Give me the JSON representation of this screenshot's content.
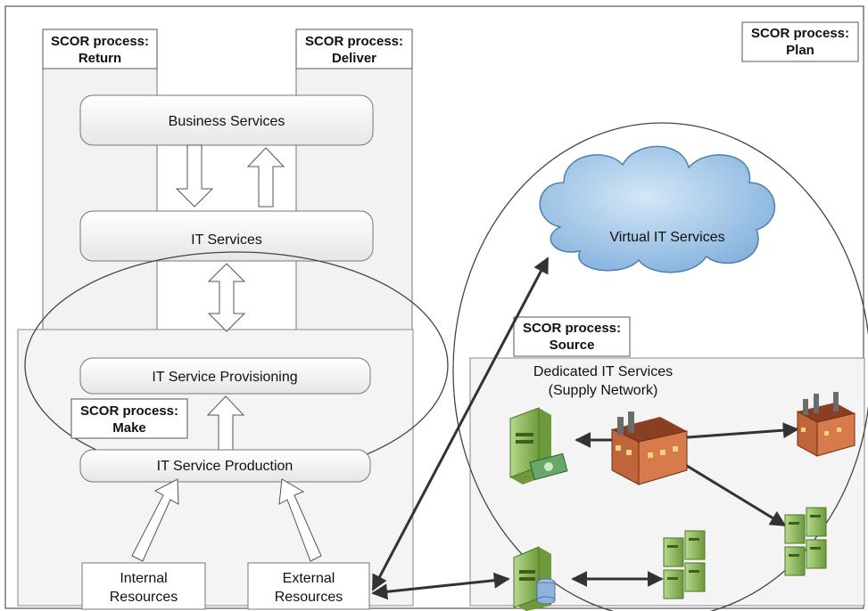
{
  "scor_labels": {
    "return": [
      "SCOR process:",
      "Return"
    ],
    "deliver": [
      "SCOR process:",
      "Deliver"
    ],
    "plan": [
      "SCOR process:",
      "Plan"
    ],
    "source": [
      "SCOR process:",
      "Source"
    ],
    "make": [
      "SCOR process:",
      "Make"
    ]
  },
  "boxes": {
    "business_services": "Business Services",
    "it_services": "IT Services",
    "it_service_provisioning": "IT Service Provisioning",
    "it_service_production": "IT Service Production",
    "internal_resources": [
      "Internal",
      "Resources"
    ],
    "external_resources": [
      "External",
      "Resources"
    ]
  },
  "cloud": {
    "label": "Virtual IT Services"
  },
  "dedicated": {
    "label": [
      "Dedicated IT Services",
      "(Supply Network)"
    ]
  },
  "icons": {
    "server_money": "server-money-icon",
    "factory_center": "factory-icon",
    "factory_right": "factory-icon",
    "server_db": "server-database-icon",
    "server_rack_middle": "server-rack-icon",
    "server_rack_right": "server-rack-icon"
  },
  "colors": {
    "cloud_fill": "#9cc4e8",
    "box_fill": "#f5f5f5",
    "server_green": "#8fbc5a",
    "factory_brick": "#c0643c"
  }
}
